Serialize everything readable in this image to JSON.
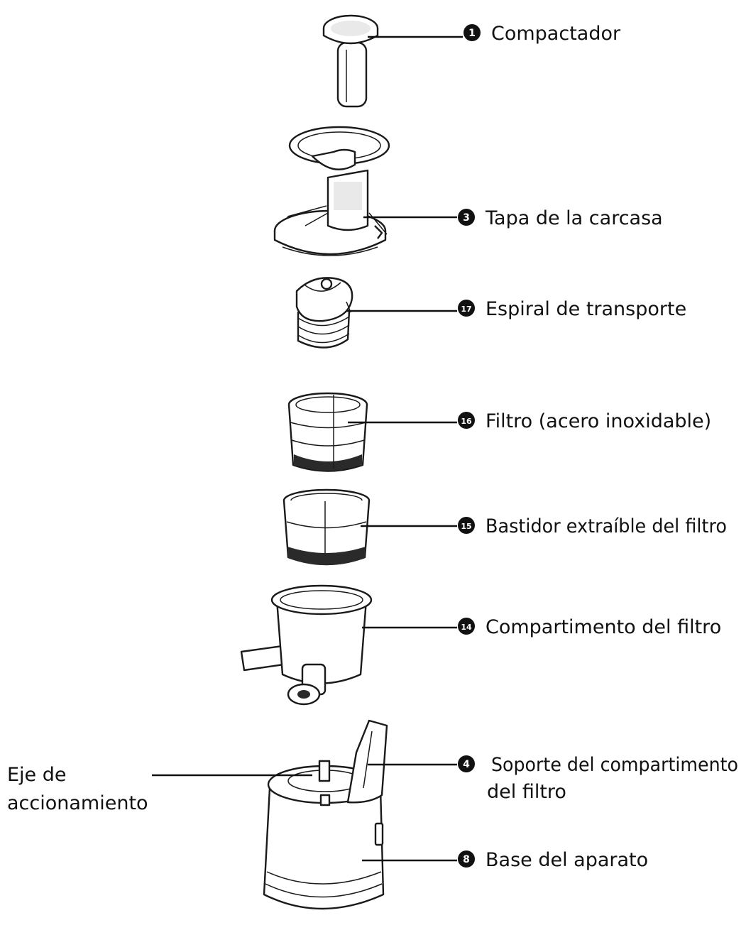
{
  "labels": [
    {
      "id": "compactador",
      "number": "1",
      "text": "Compactador"
    },
    {
      "id": "tapa",
      "number": "3",
      "text": "Tapa de la carcasa"
    },
    {
      "id": "espiral",
      "number": "17",
      "text": "Espiral de transporte"
    },
    {
      "id": "filtro",
      "number": "16",
      "text": "Filtro (acero inoxidable)"
    },
    {
      "id": "bastidor",
      "number": "15",
      "text": "Bastidor extraíble del filtro"
    },
    {
      "id": "compartimento",
      "number": "14",
      "text": "Compartimento del filtro"
    },
    {
      "id": "soporte",
      "number": "4",
      "text_line1": "Soporte del compartimento",
      "text_line2": "del filtro"
    },
    {
      "id": "base",
      "number": "8",
      "text": "Base del aparato"
    },
    {
      "id": "eje",
      "number": "",
      "text_line1": "Eje de",
      "text_line2": "accionamiento"
    }
  ],
  "colors": {
    "ink": "#111111",
    "background": "#ffffff"
  }
}
